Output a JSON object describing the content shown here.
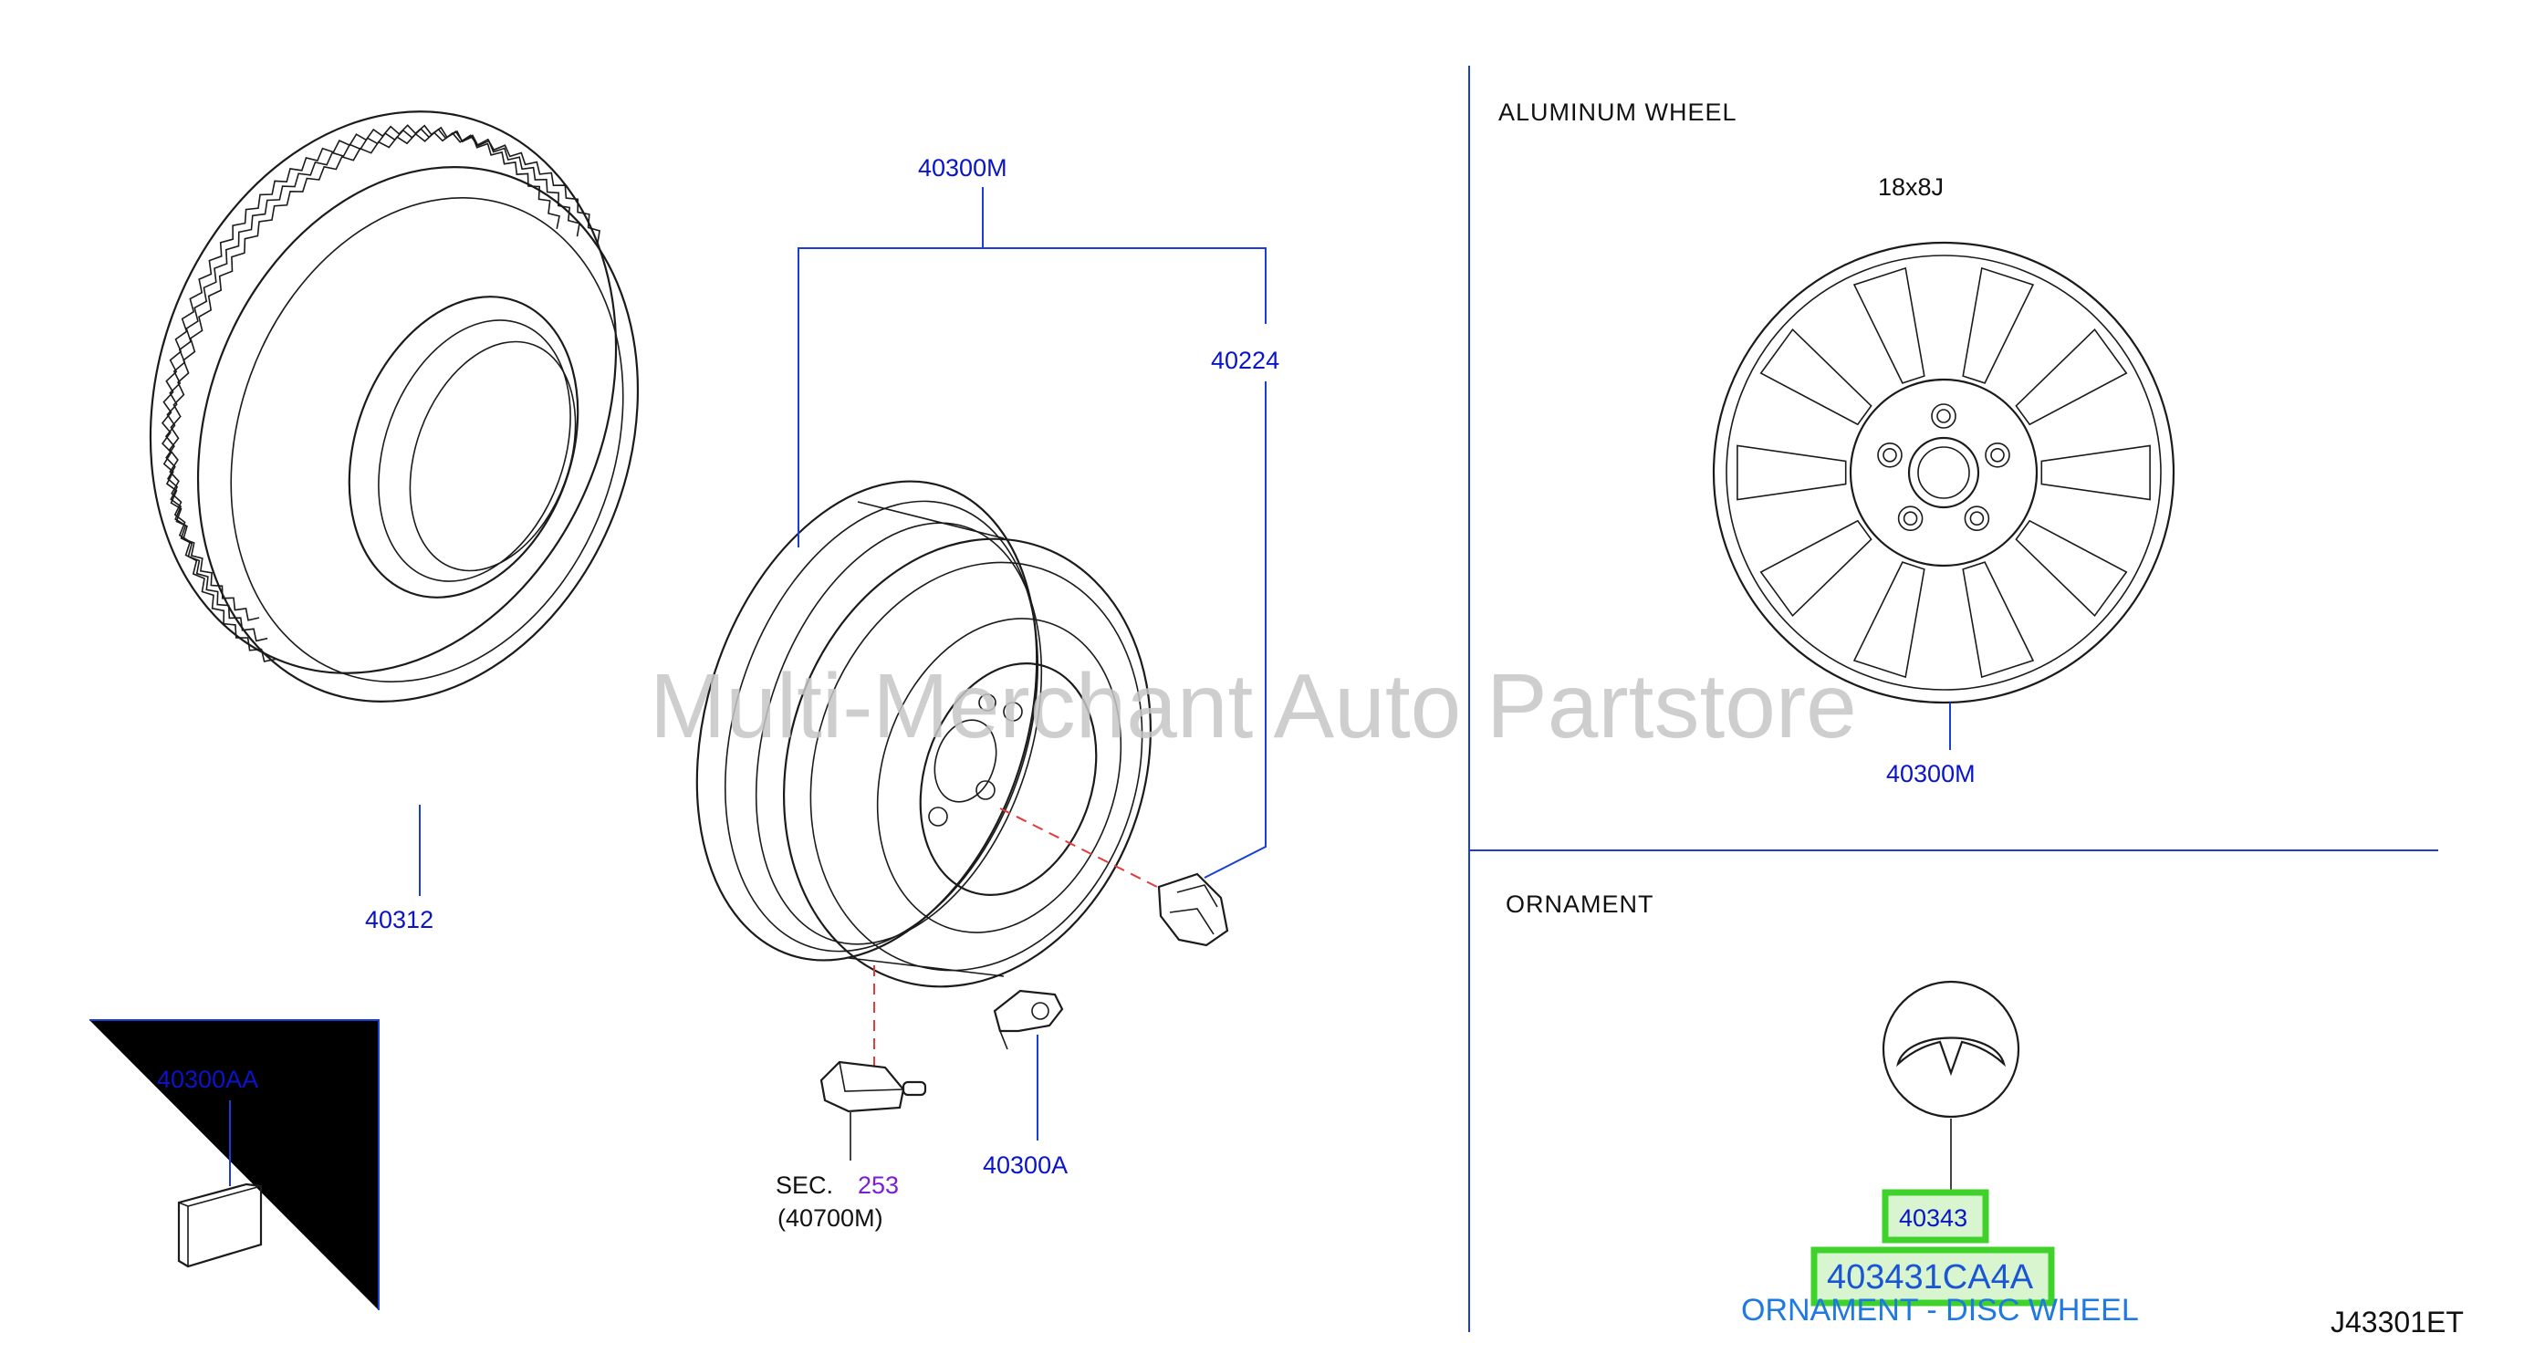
{
  "watermark": "Multi-Merchant Auto Partstore",
  "sections": {
    "aluminum_wheel": "ALUMINUM   WHEEL",
    "ornament": "ORNAMENT"
  },
  "wheel_size": "18x8J",
  "parts": {
    "tire": "40312",
    "wheel_assembly_top": "40300M",
    "nut": "40224",
    "aluminum_wheel": "40300M",
    "balance_weight_clip": "40300AA",
    "balance_weight": "40300A",
    "sensor_sec_prefix": "SEC.",
    "sensor_sec_number": "253",
    "sensor_ref": "(40700M)",
    "ornament": "40343"
  },
  "highlight": {
    "part_number": "403431CA4A",
    "description": "ORNAMENT - DISC WHEEL"
  },
  "diagram_code": "J43301ET",
  "colors": {
    "label_blue": "#0a14c8",
    "highlight_green": "#3fd22a",
    "description_blue": "#1f7ae0",
    "dash_red": "#e23b3b",
    "section_purple": "#7a1fd6"
  }
}
